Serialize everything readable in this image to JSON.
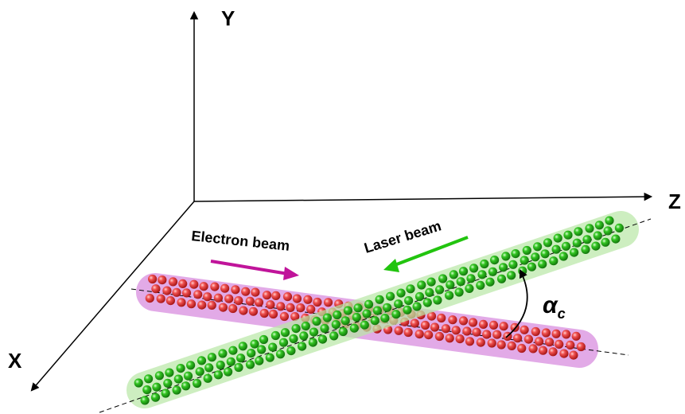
{
  "axes": {
    "y_label": "Y",
    "z_label": "Z",
    "x_label": "X"
  },
  "electron_beam": {
    "label": "Electron beam",
    "arrow_color": "#c0149a",
    "tube_color": "#d98ee0",
    "particle_color": "#e23a3a"
  },
  "laser_beam": {
    "label": "Laser beam",
    "arrow_color": "#22c40f",
    "tube_color": "#b9e8a6",
    "particle_color": "#24b51a"
  },
  "crossing_angle": {
    "symbol": "α",
    "subscript": "c"
  }
}
